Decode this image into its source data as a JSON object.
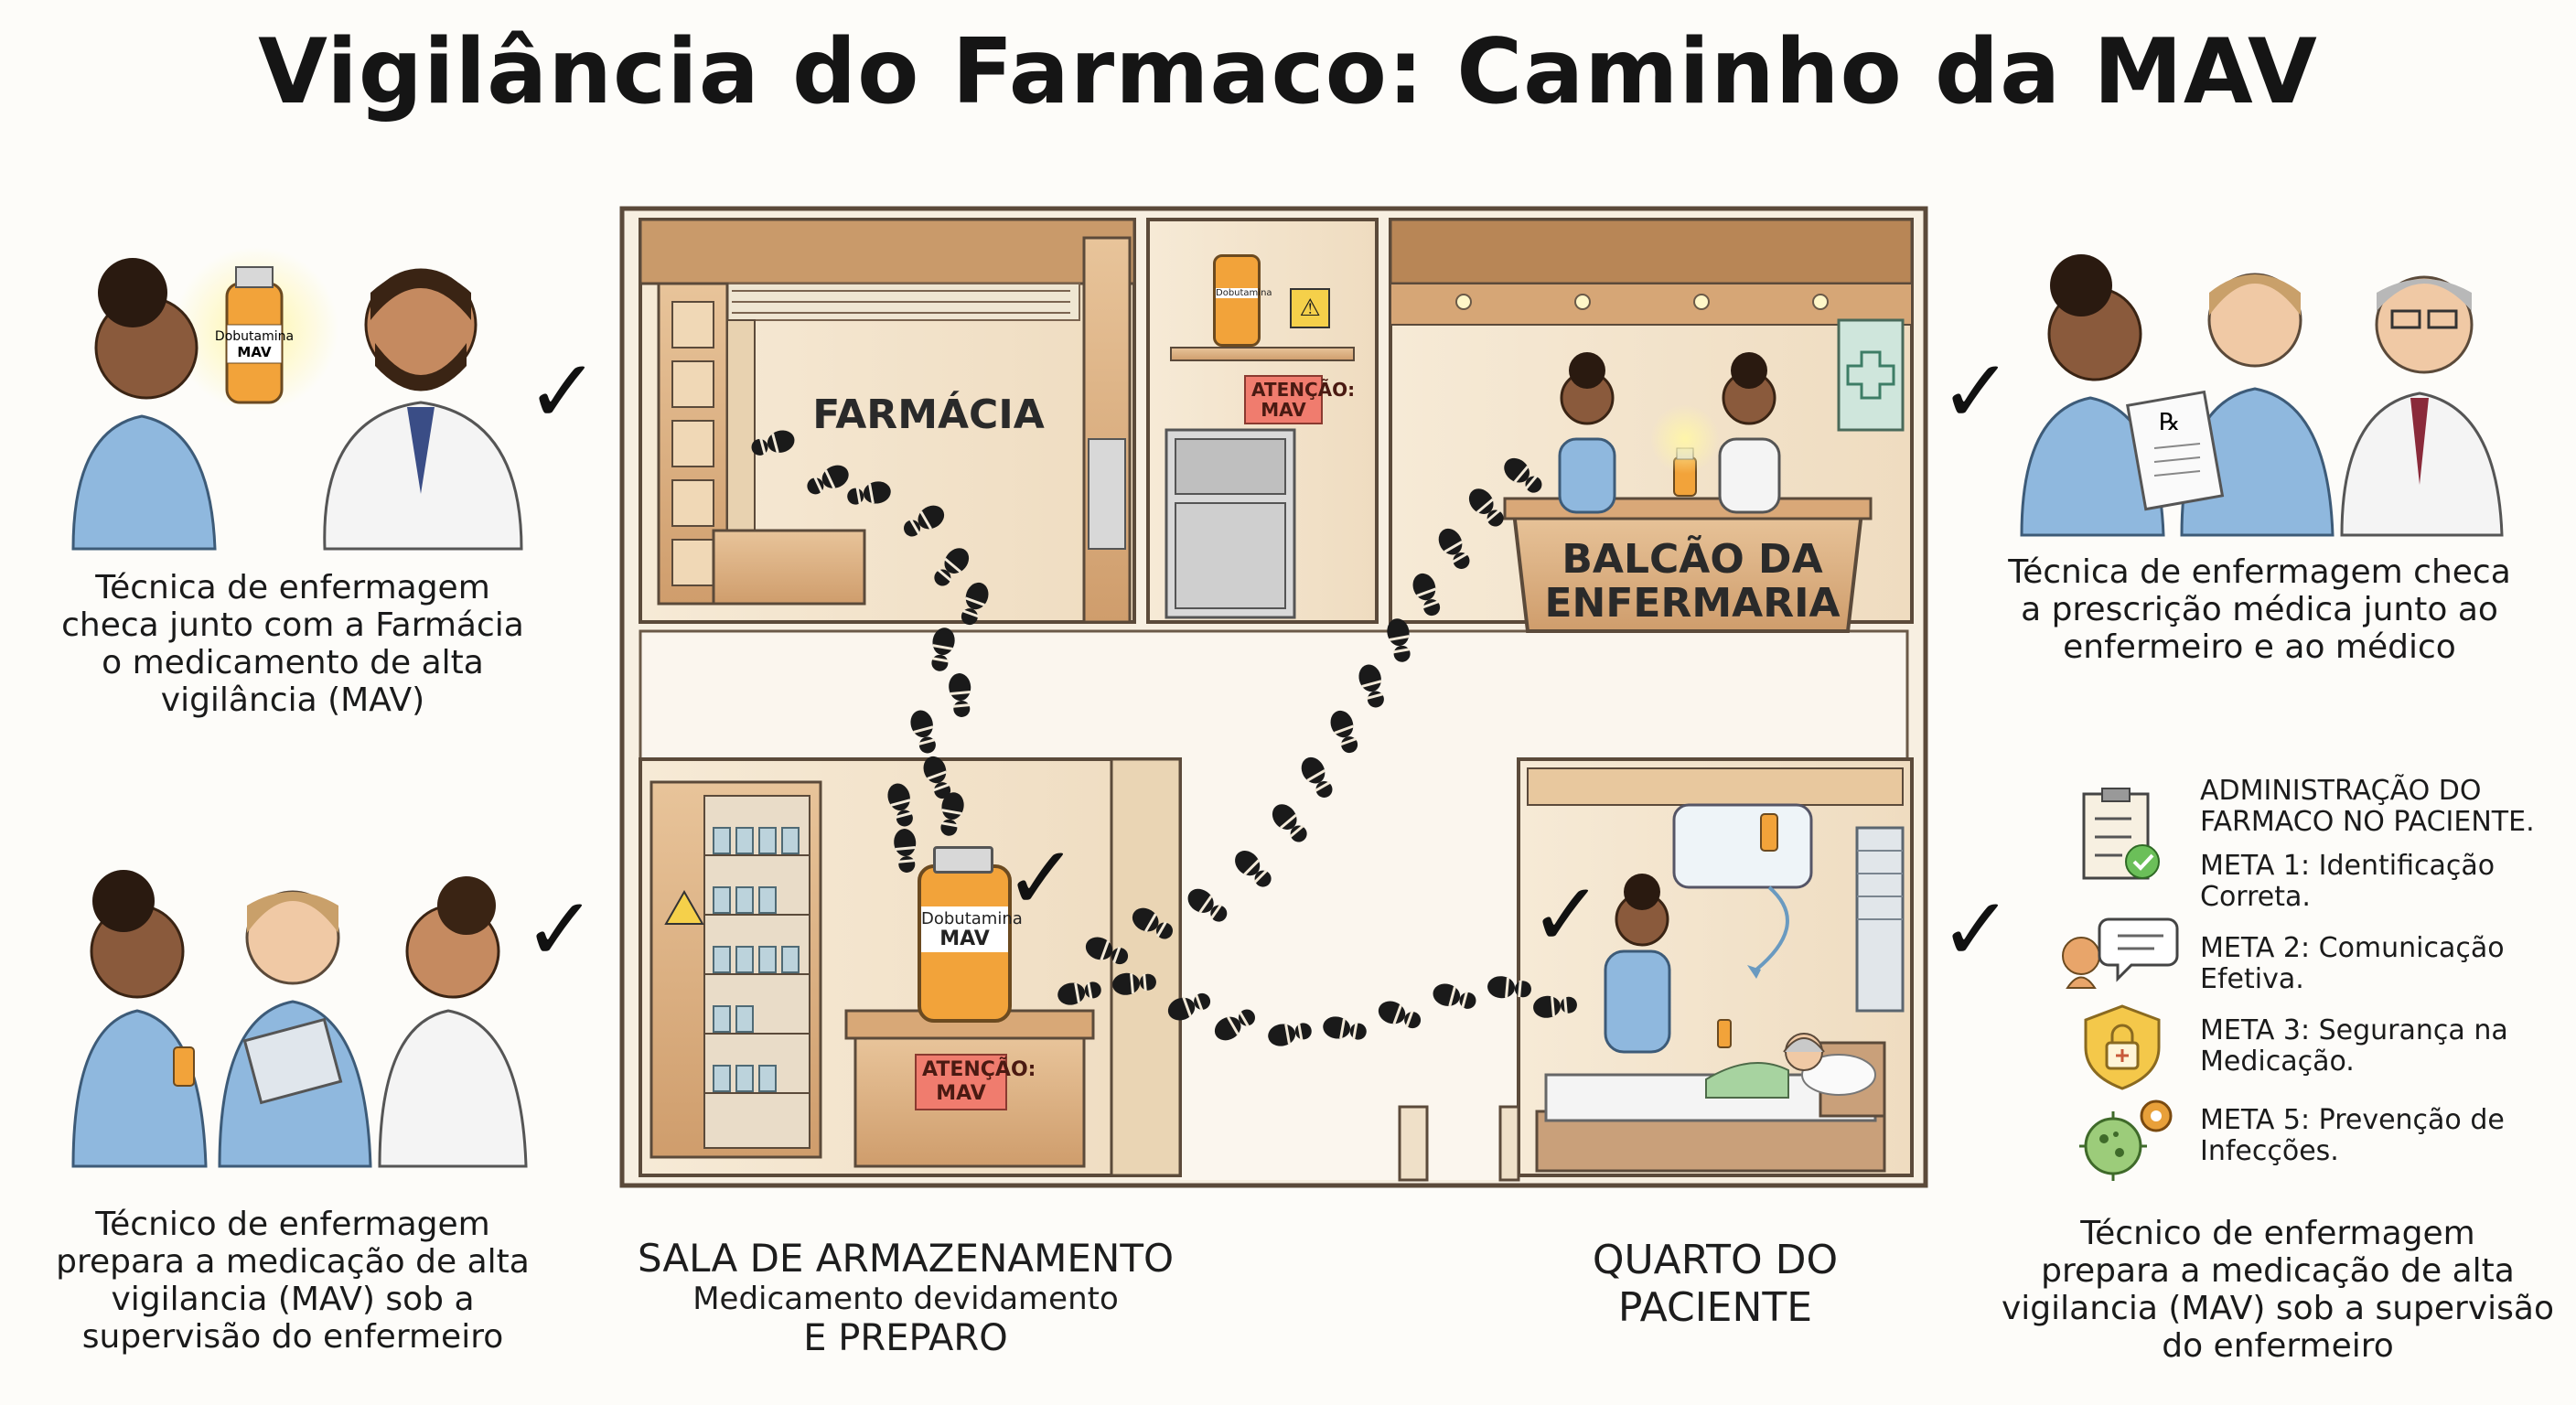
{
  "title": "Vigilância do Farmaco: Caminho da MAV",
  "rooms": {
    "farmacia": "FARMÁCIA",
    "balcao_line1": "BALCÃO DA",
    "balcao_line2": "ENFERMARIA",
    "sala_title": "SALA DE ARMAZENAMENTO",
    "sala_sub1": "Medicamento devidamento",
    "sala_sub2": "E PREPARO",
    "quarto_line1": "QUARTO DO",
    "quarto_line2": "PACIENTE"
  },
  "labels": {
    "vial_name": "Dobutamina",
    "vial_code": "MAV",
    "attention_word": "ATENÇÃO:",
    "attention_code": "MAV",
    "rx_symbol": "℞"
  },
  "captions": {
    "top_left": [
      "Técnica de enfermagem",
      "checa junto com a Farmácia",
      "o medicamento de alta",
      "vigilância (MAV)"
    ],
    "bottom_left": [
      "Técnico de enfermagem",
      "prepara a medicação de alta",
      "vigilancia (MAV) sob a",
      "supervisão do enfermeiro"
    ],
    "top_right": [
      "Técnica de enfermagem checa",
      "a prescrição médica junto ao",
      "enfermeiro e ao médico"
    ],
    "bottom_right": [
      "Técnico de enfermagem",
      "prepara a medicação de alta",
      "vigilancia (MAV) sob a supervisão",
      "do enfermeiro"
    ]
  },
  "meta_panel": {
    "heading": [
      "ADMINISTRAÇÃO DO",
      "FARMACO NO PACIENTE."
    ],
    "items": [
      {
        "lines": [
          "META 1: Identificação",
          "Correta."
        ],
        "icon": "checklist-icon"
      },
      {
        "lines": [
          "META 2: Comunicação",
          "Efetiva."
        ],
        "icon": "speech-bubbles-icon"
      },
      {
        "lines": [
          "META 3: Segurança na",
          "Medicação."
        ],
        "icon": "shield-lock-icon"
      },
      {
        "lines": [
          "META 5: Prevenção de",
          "Infecções."
        ],
        "icon": "germ-gear-icon"
      }
    ]
  },
  "checkmarks": {
    "symbol": "✓"
  },
  "colors": {
    "scrubs": "#8fb8de",
    "coat": "#f4f4f4",
    "wood": "#e3b98a",
    "vial_fluid": "#f2a33a",
    "attention_tag": "#f07c6e",
    "floor": "#f1e6d3",
    "footprint": "#1a1a1a"
  }
}
